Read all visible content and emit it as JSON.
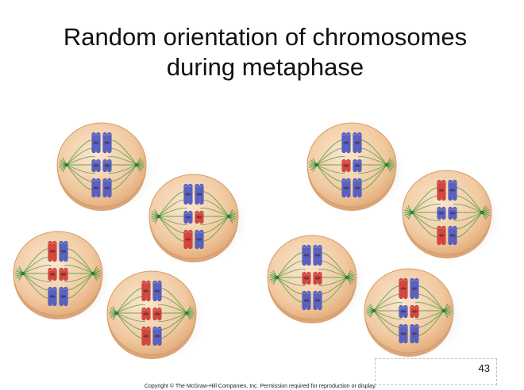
{
  "slide": {
    "title_line1": "Random orientation of chromosomes",
    "title_line2": "during metaphase",
    "page_number": "43",
    "copyright": "Copyright © The McGraw-Hill Companies, Inc. Permission required for reproduction or display."
  },
  "colors": {
    "chromosome_blue": "#5560c8",
    "chromosome_red": "#d8443c",
    "spindle_green": "#3f9a44",
    "cell_fill": "#f1c9a0",
    "cell_rim": "#dba577"
  },
  "figure": {
    "groups": [
      {
        "cells": [
          {
            "pairs": [
              "bbr",
              "bbr",
              "bbr"
            ]
          },
          {
            "pairs": [
              "bbr",
              "brr",
              "rbr"
            ]
          },
          {
            "pairs": [
              "rbr",
              "rrr",
              "bbr"
            ]
          },
          {
            "pairs": [
              "rbr",
              "rrr",
              "rbr"
            ]
          }
        ]
      },
      {
        "cells": [
          {
            "pairs": [
              "bbr",
              "rbr",
              "bbr"
            ]
          },
          {
            "pairs": [
              "rbr",
              "bbr",
              "rbr"
            ]
          },
          {
            "pairs": [
              "bbr",
              "rrr",
              "bbr"
            ]
          },
          {
            "pairs": [
              "rbr",
              "brr",
              "bbr"
            ]
          }
        ]
      }
    ]
  }
}
